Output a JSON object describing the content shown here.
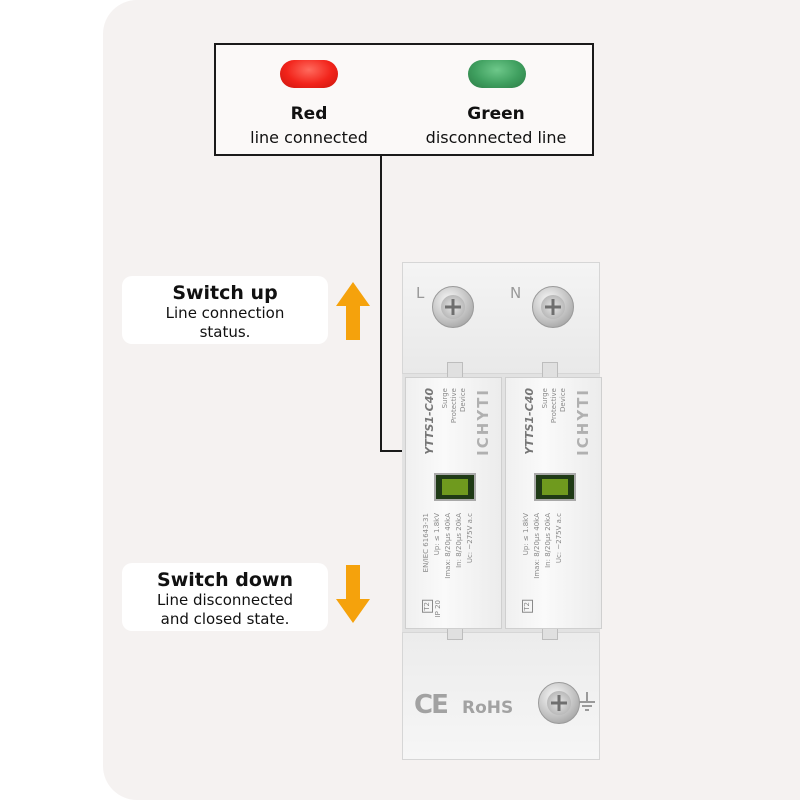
{
  "legend": {
    "red_title": "Red",
    "red_desc": "line connected",
    "green_title": "Green",
    "green_desc": "disconnected line"
  },
  "callout_up": {
    "title": "Switch up",
    "line1": "Line connection",
    "line2": "status."
  },
  "callout_down": {
    "title": "Switch down",
    "line1": "Line disconnected",
    "line2": "and closed state."
  },
  "device": {
    "terminal_left": "L",
    "terminal_right": "N",
    "brand": "ICHYTI",
    "model": "YTTS1-C40",
    "device_desc_1": "Surge",
    "device_desc_2": "Protective",
    "device_desc_3": "Device",
    "spec_uc": "Uc:  ~275V a.c",
    "spec_in_1": "In:  8/20μs 20kA",
    "spec_imax_1": "Imax: 8/20μs 40kA",
    "spec_in_2": "In:  8/20μs 20kA",
    "spec_imax_2": "Imax: 8/20μs 40kA",
    "spec_up": "Up:  ≤ 1.8kV",
    "standard": "EN/IEC 61643-31",
    "class": "T2",
    "ip": "IP 20",
    "ce": "CE",
    "rohs": "RoHS"
  },
  "colors": {
    "red_indicator": "#f2241b",
    "green_indicator": "#3f9f5f",
    "arrow": "#f5a20c"
  },
  "icons": [
    "up-arrow-icon",
    "down-arrow-icon",
    "screw-icon",
    "ground-icon"
  ]
}
